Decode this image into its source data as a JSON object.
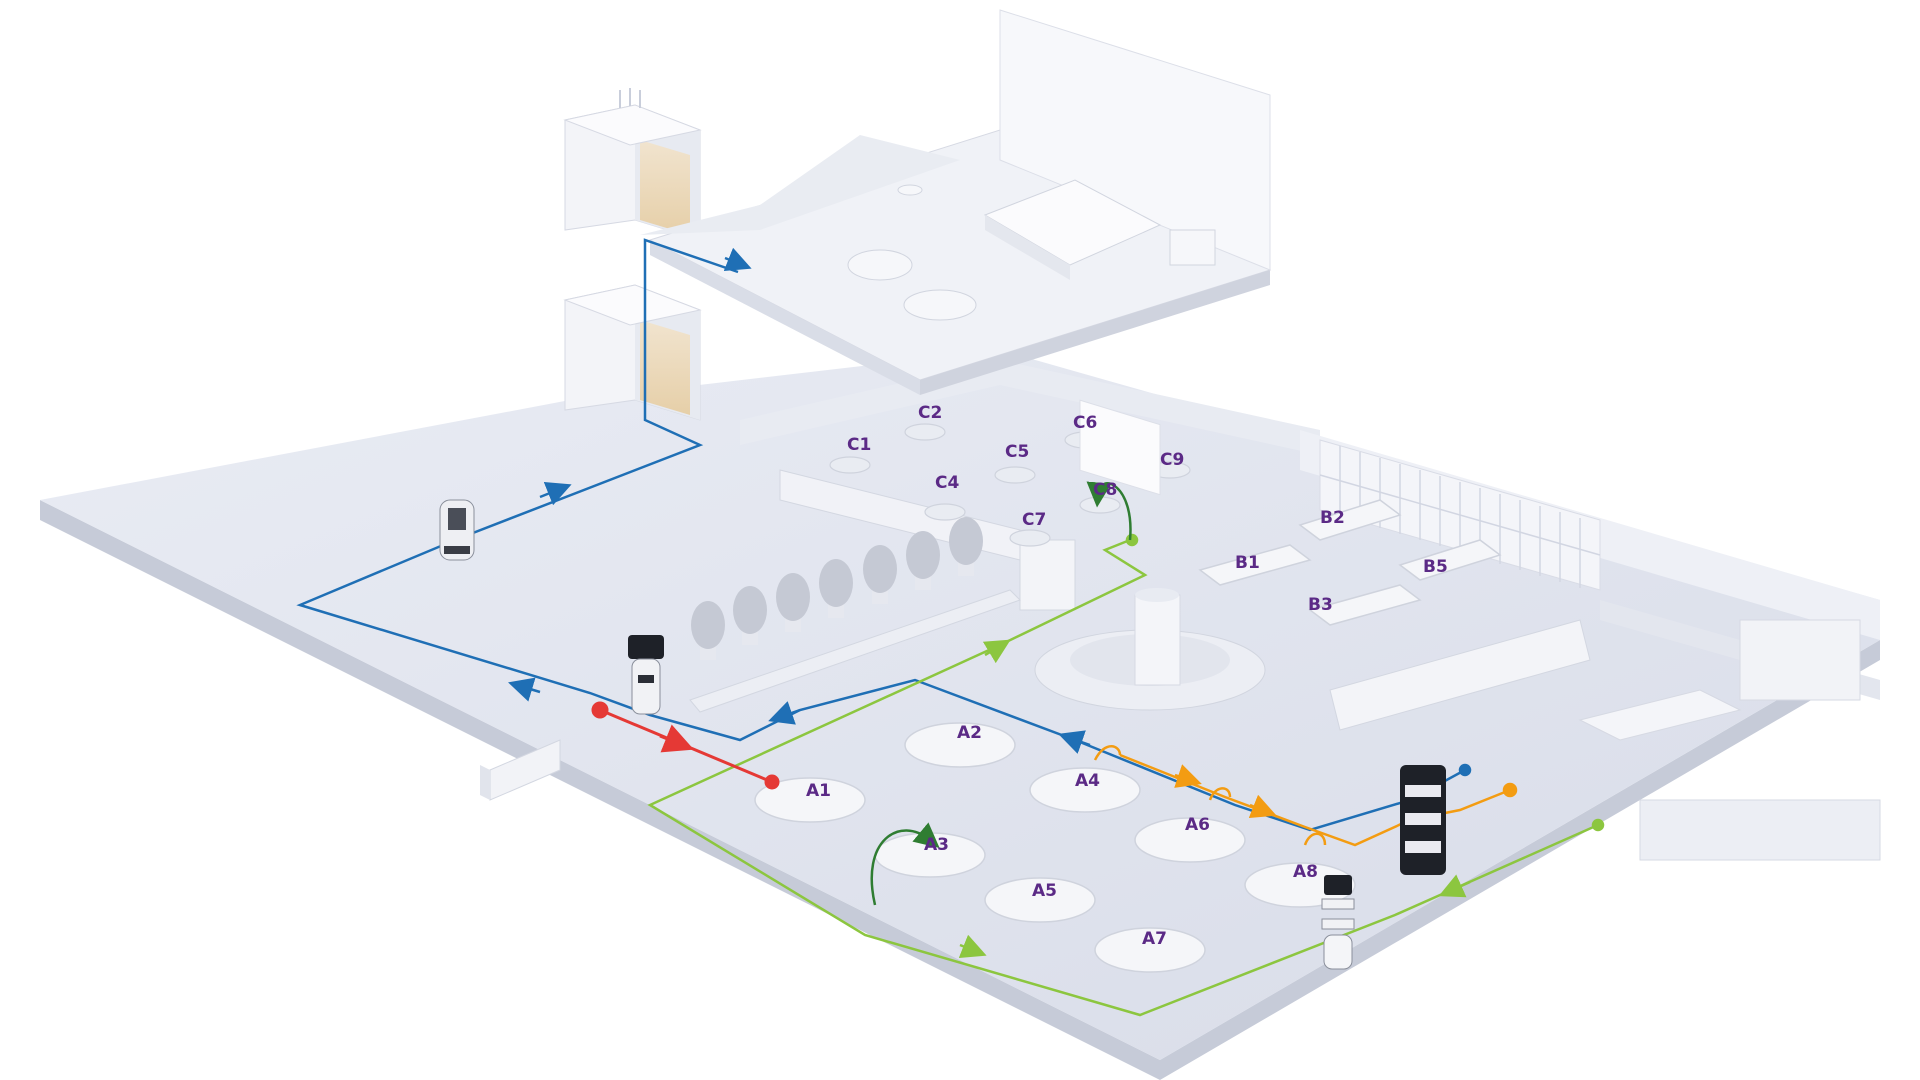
{
  "colors": {
    "purple": "#5b2a86",
    "blue": "#1f6fb5",
    "green": "#8cc63f",
    "dark_green": "#2f7d32",
    "red": "#e53935",
    "orange": "#f39c12",
    "floor": "#dfe3ee",
    "wall": "#f3f4f8",
    "shadow": "#c9cedb"
  },
  "tables": {
    "A1": "A1",
    "A2": "A2",
    "A3": "A3",
    "A4": "A4",
    "A5": "A5",
    "A6": "A6",
    "A7": "A7",
    "A8": "A8",
    "B1": "B1",
    "B2": "B2",
    "B3": "B3",
    "B5": "B5",
    "C1": "C1",
    "C2": "C2",
    "C4": "C4",
    "C5": "C5",
    "C6": "C6",
    "C7": "C7",
    "C8": "C8",
    "C9": "C9"
  },
  "icons": {
    "robot": "robot-icon",
    "tree": "tree-icon",
    "elevator": "elevator-icon"
  }
}
